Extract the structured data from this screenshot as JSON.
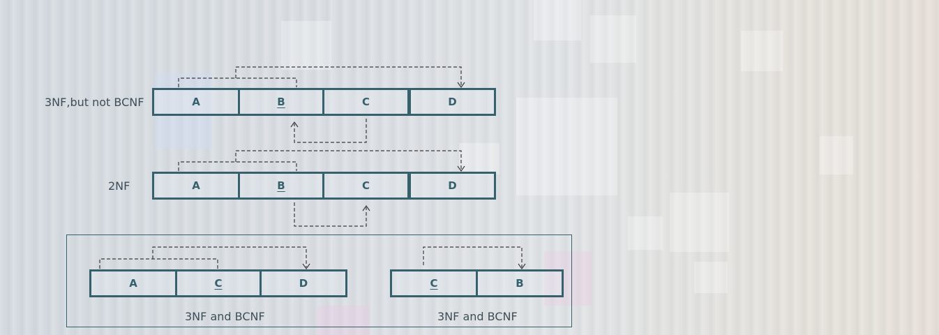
{
  "rows": {
    "row1": {
      "label": "3NF,but not BCNF",
      "attributes": [
        "A",
        "B",
        "C",
        "D"
      ],
      "key": [
        "B"
      ]
    },
    "row2": {
      "label": "2NF",
      "attributes": [
        "A",
        "B",
        "C",
        "D"
      ],
      "key": [
        "B"
      ]
    },
    "row3_left": {
      "attributes": [
        "A",
        "C",
        "D"
      ],
      "key": [
        "C"
      ],
      "caption": "3NF and BCNF"
    },
    "row3_right": {
      "attributes": [
        "C",
        "B"
      ],
      "key": [
        "C"
      ],
      "caption": "3NF and BCNF"
    }
  },
  "colors": {
    "relation_border": "#35606c",
    "arrow": "#3a3a3a",
    "label_text": "#3e4e57"
  }
}
